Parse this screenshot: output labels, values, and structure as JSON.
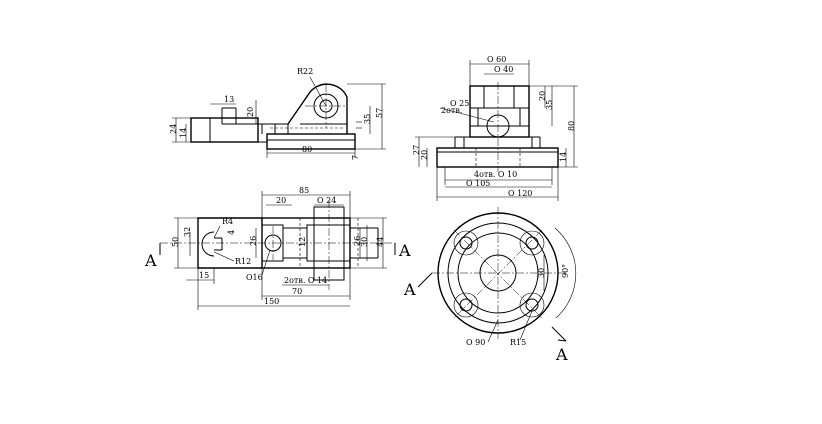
{
  "drawing": {
    "front_view": {
      "r22": "R22",
      "d13": "13",
      "d20": "20",
      "d24": "24",
      "d14": "14",
      "d80": "80",
      "d35": "35",
      "d57": "57",
      "d7": "7"
    },
    "side_view": {
      "o60": "O 60",
      "o40": "O 40",
      "o25": "O 25",
      "holes2": "2отв.",
      "d20": "20",
      "d35": "35",
      "d80": "80",
      "d27": "27",
      "d20b": "20",
      "d14": "14",
      "holes4": "4отв. O 10",
      "o105": "O 105",
      "o120": "O 120"
    },
    "top_view": {
      "d85": "85",
      "d20": "20",
      "o24": "O 24",
      "r4": "R4",
      "d4": "4",
      "r12": "R12",
      "d50": "50",
      "d32": "32",
      "d26": "26",
      "d12": "12",
      "d26b": "26",
      "d30": "30",
      "d44": "44",
      "d15": "15",
      "o16": "O16",
      "holes2": "2отв. O 14",
      "d70": "70",
      "d150": "150"
    },
    "circle_view": {
      "d30": "30",
      "a90": "90°",
      "o90": "O 90",
      "r15": "R15"
    },
    "section_marks": {
      "a1": "A",
      "a2": "A",
      "a3": "A",
      "a4": "A"
    }
  }
}
